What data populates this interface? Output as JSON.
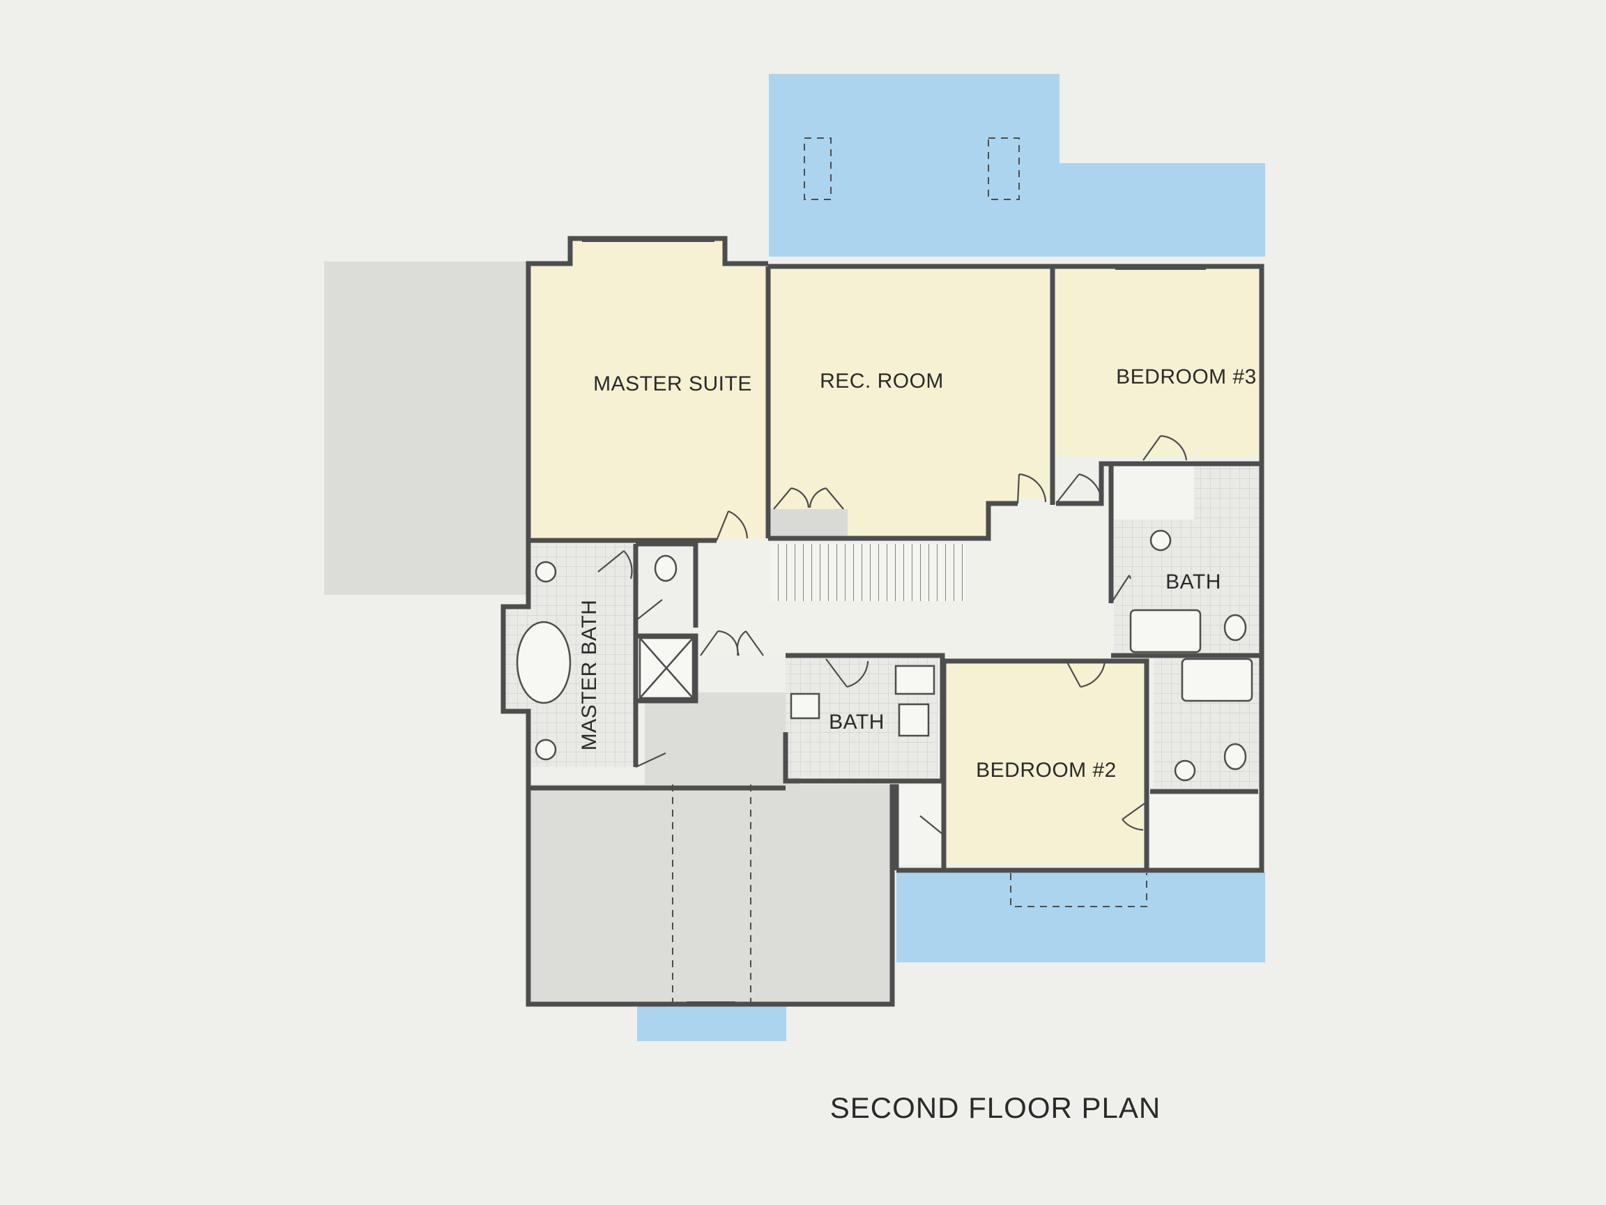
{
  "title": "SECOND FLOOR PLAN",
  "rooms": {
    "master_suite": "MASTER SUITE",
    "rec_room": "REC. ROOM",
    "bedroom_3": "BEDROOM #3",
    "bedroom_2": "BEDROOM #2",
    "master_bath": "MASTER BATH",
    "bath_upper": "BATH",
    "bath_center": "BATH"
  },
  "colors": {
    "background": "#efefeb",
    "room_fill": "#f6f1d3",
    "roof_blue": "#acd4ee",
    "roof_gray": "#dcdcd8",
    "wall": "#4d4d4d",
    "tile": "#e6e6e2",
    "hall": "#f1f1ec"
  }
}
